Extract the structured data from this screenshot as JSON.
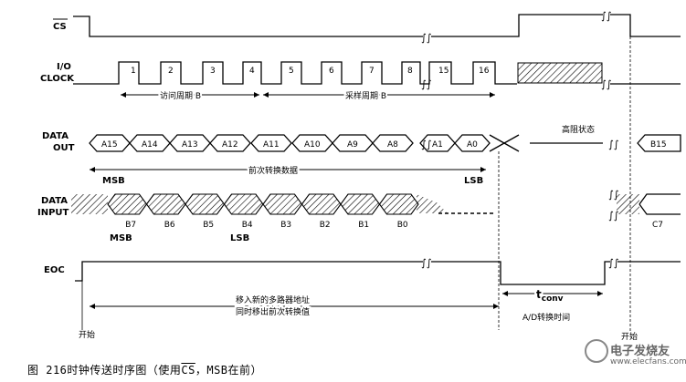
{
  "signals": {
    "cs": "CS",
    "io_clock_line1": "I/O",
    "io_clock_line2": "CLOCK",
    "data_out_line1": "DATA",
    "data_out_line2": "OUT",
    "data_input_line1": "DATA",
    "data_input_line2": "INPUT",
    "eoc": "EOC"
  },
  "clock_numbers": [
    "1",
    "2",
    "3",
    "4",
    "5",
    "6",
    "7",
    "8",
    "15",
    "16"
  ],
  "data_out_cells": [
    "A15",
    "A14",
    "A13",
    "A12",
    "A11",
    "A10",
    "A9",
    "A8",
    "A1",
    "A0"
  ],
  "data_out_after": "B15",
  "data_in_cells": [
    "B7",
    "B6",
    "B5",
    "B4",
    "B3",
    "B2",
    "B1",
    "B0"
  ],
  "data_in_after": "C7",
  "annotations": {
    "access_period": "访问周期 B",
    "sample_period": "采样周期 B",
    "hi_z": "高阻状态",
    "prev_conversion": "前次转换数据",
    "msb_out": "MSB",
    "lsb_out": "LSB",
    "msb_in": "MSB",
    "lsb_in": "LSB",
    "mux_line1": "移入新的多路器地址",
    "mux_line2": "同时移出前次转换值",
    "tconv": "t",
    "tconv_sub": "conv",
    "ad_time": "A/D转换时间",
    "start_left": "开始",
    "start_right": "开始"
  },
  "caption": {
    "prefix": "图 216时钟传送时序图（使用",
    "cs": "CS",
    "suffix": "，MSB在前）"
  },
  "watermark": {
    "name": "电子发烧友",
    "url": "www.elecfans.com"
  }
}
